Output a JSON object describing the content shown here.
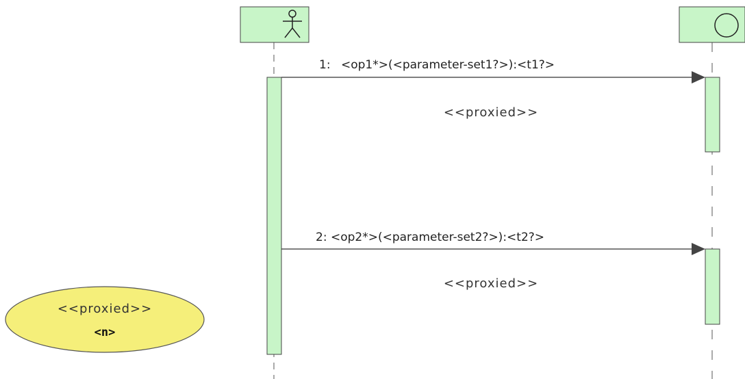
{
  "messages": [
    {
      "number": "1:",
      "text": "<op1*>(<parameter-set1?>):<t1?>",
      "stereotype": "<<proxied>>"
    },
    {
      "number": "2:",
      "text": "<op2*>(<parameter-set2?>):<t2?>",
      "stereotype": "<<proxied>>"
    }
  ],
  "ellipse": {
    "stereotype": "<<proxied>>",
    "name": "<n>"
  },
  "colors": {
    "lifeline_fill": "#c8f5c8",
    "activation_fill": "#c8f5c8",
    "ellipse_fill": "#f5ef7a",
    "stroke": "#444444"
  },
  "icons": {
    "left_head": "actor-icon",
    "right_head": "entity-circle-icon"
  }
}
